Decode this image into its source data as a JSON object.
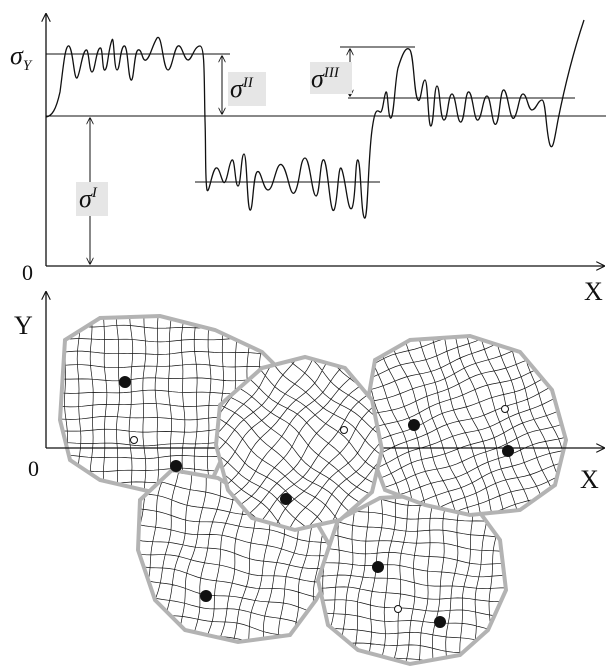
{
  "top_plot": {
    "y_level_label": "σ",
    "y_level_sub": "Y",
    "stress_labels": [
      {
        "base": "σ",
        "sup": "I"
      },
      {
        "base": "σ",
        "sup": "II"
      },
      {
        "base": "σ",
        "sup": "III"
      }
    ],
    "origin_label": "0",
    "x_axis_label": "X"
  },
  "bottom_plot": {
    "y_axis_label": "Y",
    "origin_label": "0",
    "x_axis_label": "X"
  },
  "colors": {
    "ink": "#111111",
    "grain_boundary": "#b3b3b3",
    "label_highlight": "#e6e6e6"
  }
}
